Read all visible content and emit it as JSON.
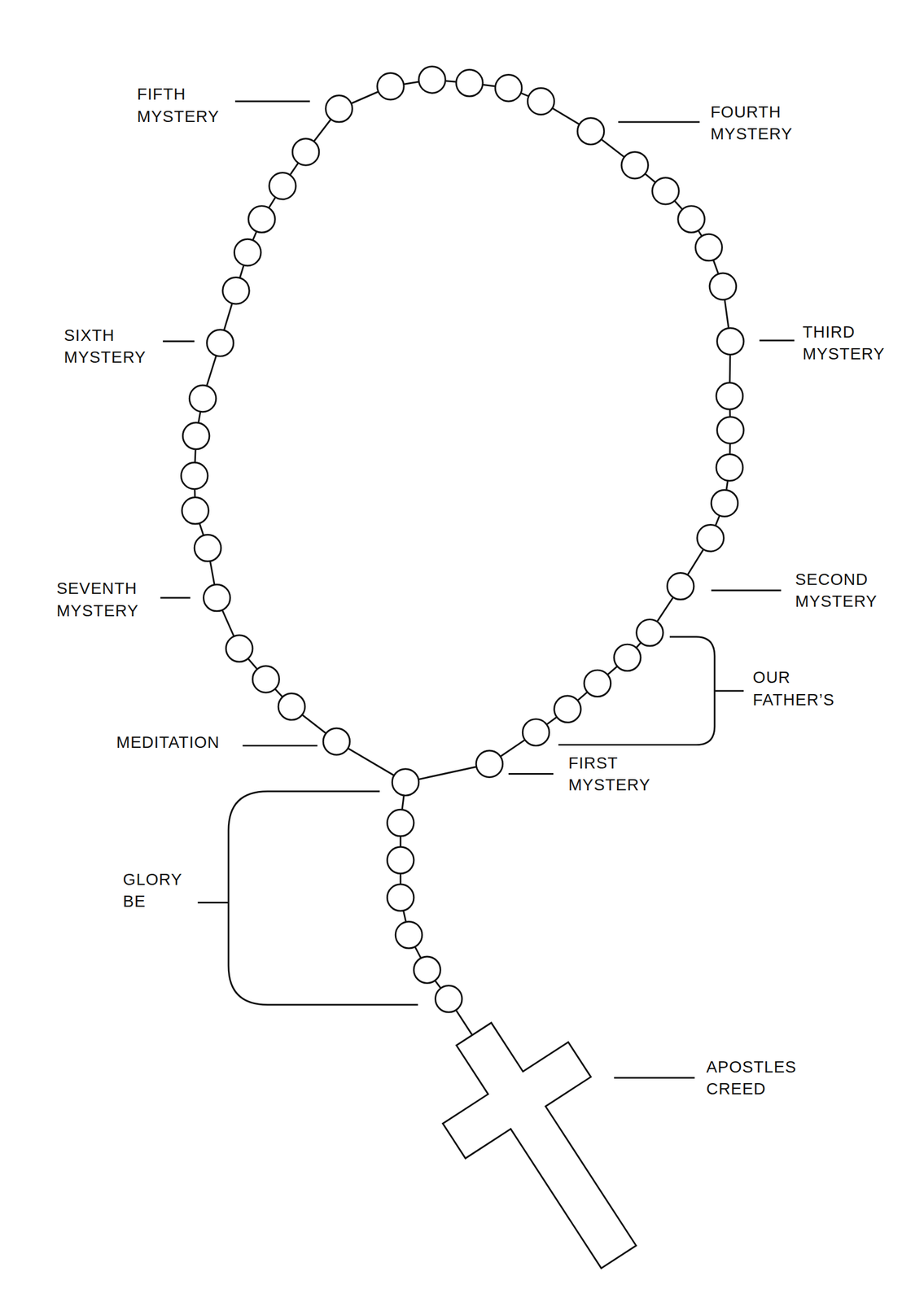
{
  "diagram": {
    "labels": [
      "FIFTH MYSTERY",
      "FOURTH MYSTERY",
      "SIXTH MYSTERY",
      "THIRD MYSTERY",
      "SEVENTH MYSTERY",
      "SECOND MYSTERY",
      "OUR FATHER’S",
      "MEDITATION",
      "FIRST MYSTERY",
      "GLORY BE",
      "APOSTLES CREED"
    ]
  }
}
